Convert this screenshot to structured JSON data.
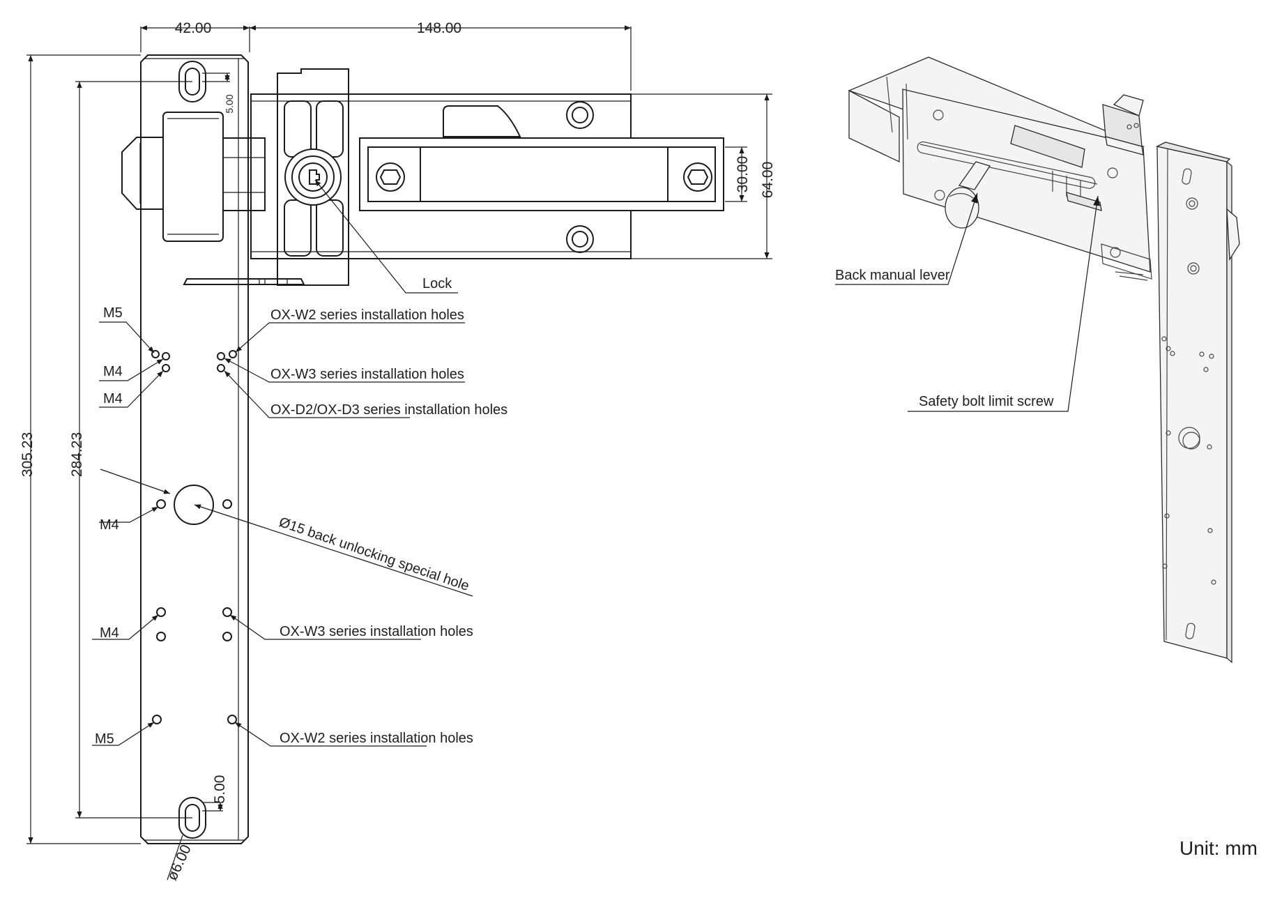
{
  "dimensions": {
    "bracket_width": "42.00",
    "bolt_length": "148.00",
    "total_height": "305.23",
    "hole_span": "284.23",
    "slot_offset_top": "5.00",
    "slot_offset_bottom": "5.00",
    "slot_diameter": "ø6.00",
    "bolt_height": "30.00",
    "housing_height": "64.00"
  },
  "labels": {
    "lock": "Lock",
    "m5_top": "M5",
    "m4_a": "M4",
    "m4_b": "M4",
    "m4_mid": "M4",
    "m4_low": "M4",
    "m5_bottom": "M5",
    "ox_w2_top": "OX-W2 series installation holes",
    "ox_w3_top": "OX-W3 series installation holes",
    "ox_d2_d3": "OX-D2/OX-D3 series installation holes",
    "back_hole": "Ø15 back unlocking special hole",
    "ox_w3_bottom": "OX-W3 series installation holes",
    "ox_w2_bottom": "OX-W2 series installation holes",
    "back_manual_lever": "Back manual lever",
    "safety_bolt_screw": "Safety bolt limit screw"
  },
  "unit": "Unit: mm"
}
